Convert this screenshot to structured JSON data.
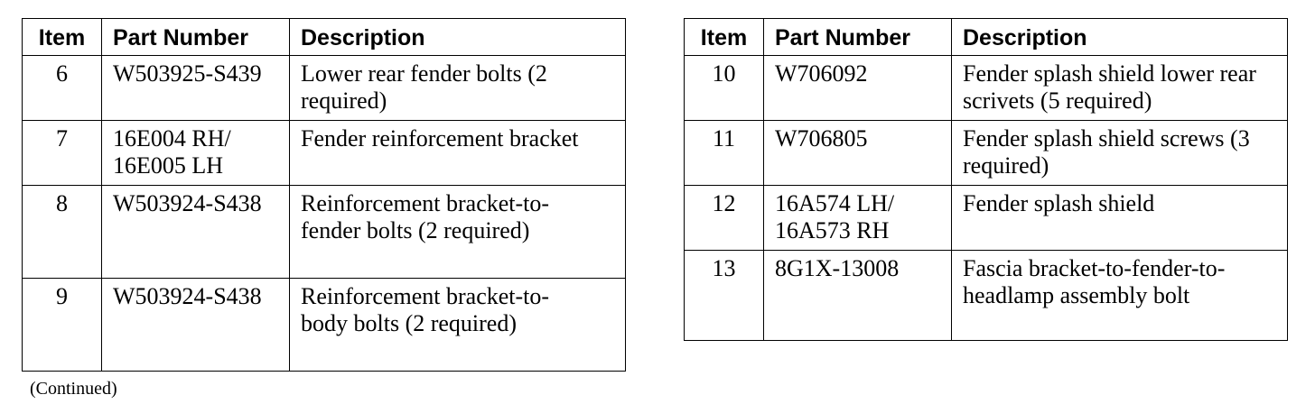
{
  "tables": [
    {
      "headers": {
        "item": "Item",
        "part_number": "Part Number",
        "description": "Description"
      },
      "rows": [
        {
          "item": "6",
          "part_number": "W503925-S439",
          "description": "Lower rear fender bolts (2 required)"
        },
        {
          "item": "7",
          "part_number": "16E004 RH/ 16E005 LH",
          "description": "Fender reinforcement bracket"
        },
        {
          "item": "8",
          "part_number": "W503924-S438",
          "description": "Reinforcement bracket-to-fender bolts (2 required)"
        },
        {
          "item": "9",
          "part_number": "W503924-S438",
          "description": "Reinforcement bracket-to-body bolts (2 required)"
        }
      ]
    },
    {
      "headers": {
        "item": "Item",
        "part_number": "Part Number",
        "description": "Description"
      },
      "rows": [
        {
          "item": "10",
          "part_number": "W706092",
          "description": "Fender splash shield lower rear scrivets (5 required)"
        },
        {
          "item": "11",
          "part_number": "W706805",
          "description": "Fender splash shield screws (3 required)"
        },
        {
          "item": "12",
          "part_number": "16A574 LH/ 16A573 RH",
          "description": "Fender splash shield"
        },
        {
          "item": "13",
          "part_number": "8G1X-13008",
          "description": "Fascia bracket-to-fender-to-headlamp assembly bolt"
        }
      ]
    }
  ],
  "footnote": "(Continued)"
}
